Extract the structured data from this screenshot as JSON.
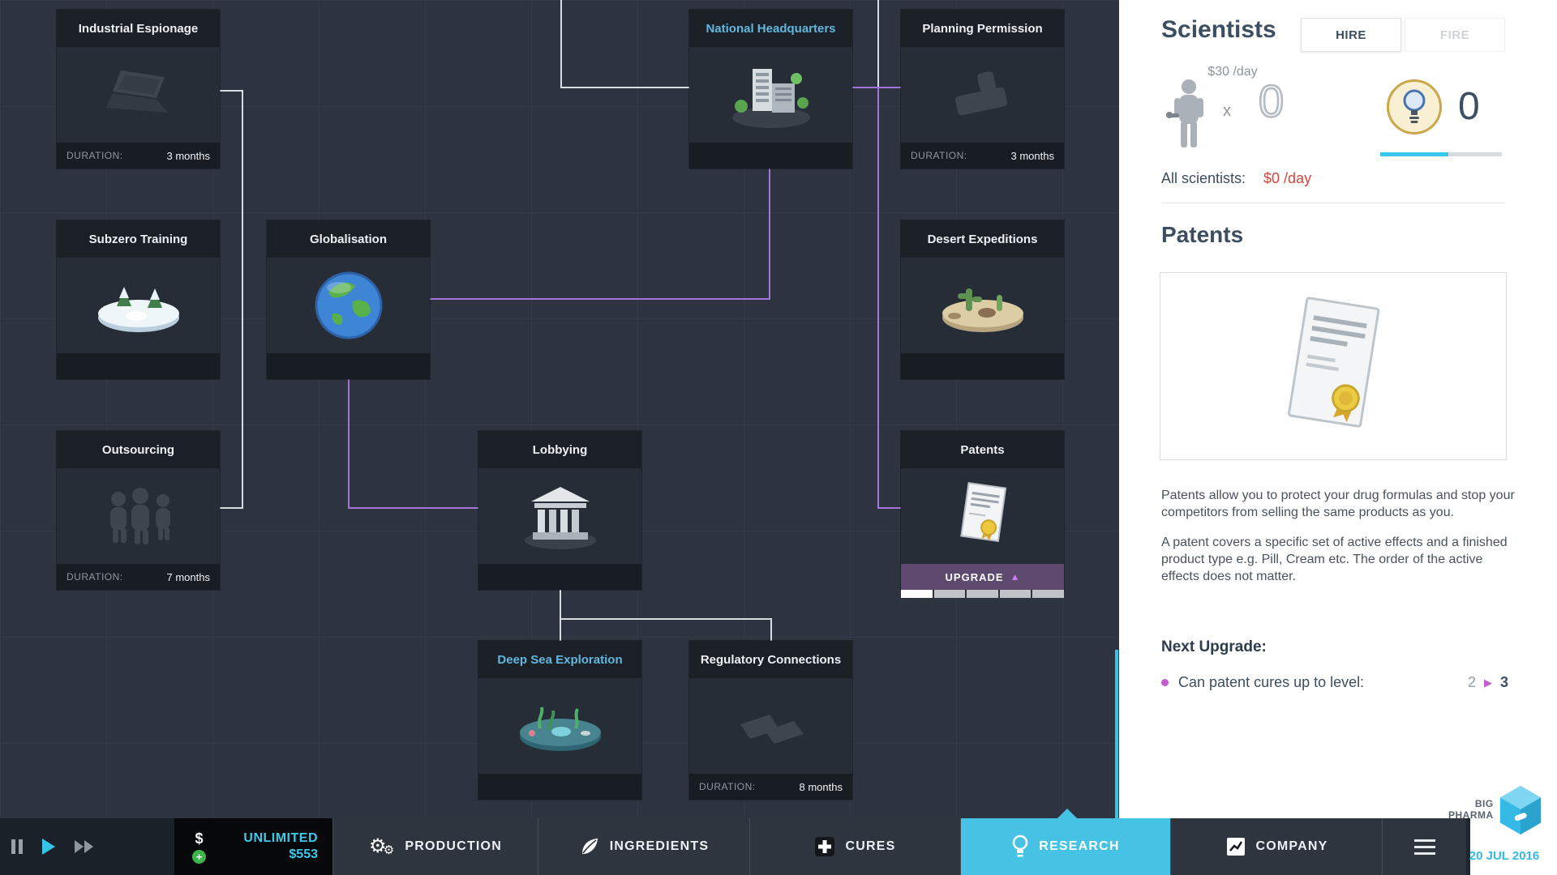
{
  "tech_tree": {
    "nodes": [
      {
        "title": "Industrial Espionage",
        "duration_label": "DURATION:",
        "duration_value": "3 months"
      },
      {
        "title": "National Headquarters",
        "duration_label": "",
        "duration_value": ""
      },
      {
        "title": "Planning Permission",
        "duration_label": "DURATION:",
        "duration_value": "3 months"
      },
      {
        "title": "Subzero Training",
        "duration_label": "",
        "duration_value": ""
      },
      {
        "title": "Globalisation",
        "duration_label": "",
        "duration_value": ""
      },
      {
        "title": "Desert Expeditions",
        "duration_label": "",
        "duration_value": ""
      },
      {
        "title": "Outsourcing",
        "duration_label": "DURATION:",
        "duration_value": "7 months"
      },
      {
        "title": "Lobbying",
        "duration_label": "",
        "duration_value": ""
      },
      {
        "title": "Patents",
        "upgrade_label": "UPGRADE"
      },
      {
        "title": "Deep Sea Exploration",
        "duration_label": "",
        "duration_value": ""
      },
      {
        "title": "Regulatory Connections",
        "duration_label": "DURATION:",
        "duration_value": "8 months"
      }
    ]
  },
  "scientists": {
    "title": "Scientists",
    "hire_label": "HIRE",
    "fire_label": "FIRE",
    "rate": "$30 /day",
    "times": "x",
    "count": "0",
    "ideas": "0",
    "all_label": "All scientists:",
    "all_value": "$0 /day"
  },
  "patents_panel": {
    "title": "Patents",
    "desc1": "Patents allow you to protect your drug formulas and stop your competitors from selling the same products as you.",
    "desc2": "A patent covers a specific set of active effects and a finished product type e.g. Pill, Cream etc. The order of the active effects does not matter."
  },
  "next_upgrade": {
    "title": "Next Upgrade:",
    "item": "Can patent cures up to level:",
    "from": "2",
    "arrow": "▶",
    "to": "3"
  },
  "bottom_bar": {
    "currency": "$",
    "money_unlimited": "UNLIMITED",
    "money_amount": "$553",
    "tabs": [
      {
        "label": "PRODUCTION"
      },
      {
        "label": "INGREDIENTS"
      },
      {
        "label": "CURES"
      },
      {
        "label": "RESEARCH"
      },
      {
        "label": "COMPANY"
      }
    ],
    "brand_line1": "BIG",
    "brand_line2": "PHARMA",
    "date": "20 JUL 2016"
  },
  "colors": {
    "accent": "#3cc6ea",
    "purple": "#a273d8",
    "red": "#d8453a"
  }
}
